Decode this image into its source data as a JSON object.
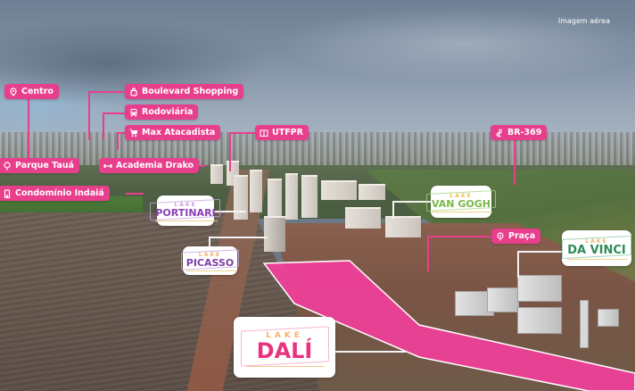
{
  "photo_label": "Imagem aérea",
  "callouts": [
    {
      "label": "Centro",
      "icon": "map-pin-icon"
    },
    {
      "label": "Boulevard Shopping",
      "icon": "shopping-bag-icon"
    },
    {
      "label": "Rodoviária",
      "icon": "bus-icon"
    },
    {
      "label": "Max Atacadista",
      "icon": "shopping-cart-icon"
    },
    {
      "label": "UTFPR",
      "icon": "book-icon"
    },
    {
      "label": "BR-369",
      "icon": "road-icon"
    },
    {
      "label": "Parque Tauá",
      "icon": "tree-icon"
    },
    {
      "label": "Academia Drako",
      "icon": "dumbbell-icon"
    },
    {
      "label": "Condomínio Indaiá",
      "icon": "building-icon"
    },
    {
      "label": "Praça",
      "icon": "tree-icon"
    }
  ],
  "projects": [
    {
      "prefix": "LAKE",
      "name": "PORTINARI",
      "color": "#8b3fb3",
      "prefix_color": "#c9a0dc",
      "frame_color": "#c7a7e0",
      "underline_color": "#f2d08a"
    },
    {
      "prefix": "LAKE",
      "name": "VAN GOGH",
      "color": "#7ab84a",
      "prefix_color": "#f2c14e",
      "frame_color": "#a8d48a",
      "underline_color": "#f2d08a"
    },
    {
      "prefix": "LAKE",
      "name": "PICASSO",
      "color": "#7e3fa8",
      "prefix_color": "#f2b46a",
      "frame_color": "#c7a7e0",
      "underline_color": "#f2d08a"
    },
    {
      "prefix": "LAKE",
      "name": "DA VINCI",
      "color": "#2f8a5a",
      "prefix_color": "#f2b46a",
      "frame_color": "#8cc9a8",
      "underline_color": "#f2d08a"
    },
    {
      "prefix": "LAKE",
      "name": "DALÍ",
      "color": "#e8337f",
      "prefix_color": "#f5b366",
      "frame_color": "#f4a3c6",
      "underline_color": "#f7c98a"
    }
  ],
  "colors": {
    "accent_pink": "#e83f8c",
    "lot_fill": "#f0409a"
  }
}
